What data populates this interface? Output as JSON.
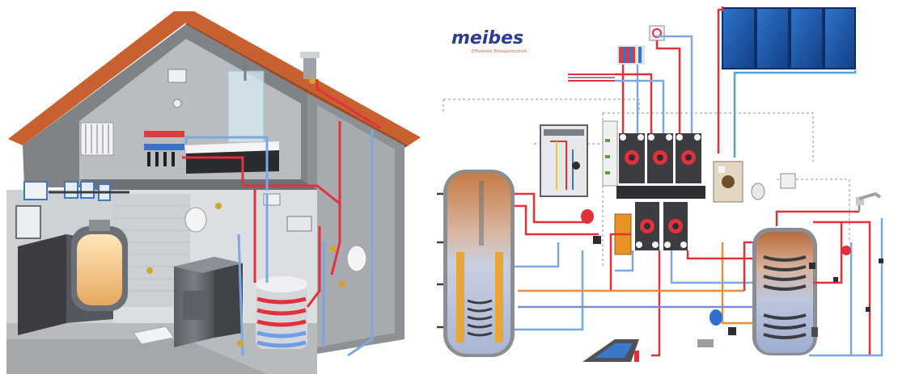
{
  "brand": {
    "name": "meibes",
    "tagline": "Effiziente Energietechnik",
    "name_color": "#2a3d8f",
    "tagline_color": "#e0662a"
  },
  "colors": {
    "flow_hot": "#e3313b",
    "return_cold": "#7da7e0",
    "solar_flow": "#f08c3a",
    "collector": "#1f5fb5",
    "tank_copper": "#c87a45",
    "wall_grey": "#8d9094",
    "roof_tile": "#c8612f"
  },
  "icons": [
    "house-cutaway-illustration",
    "solar-collector-icon",
    "buffer-tank-icon",
    "dhw-tank-icon",
    "boiler-icon",
    "pump-group-icon",
    "radiator-icon",
    "underfloor-heating-icon",
    "thermostat-icon",
    "expansion-vessel-icon",
    "tap-icon"
  ]
}
